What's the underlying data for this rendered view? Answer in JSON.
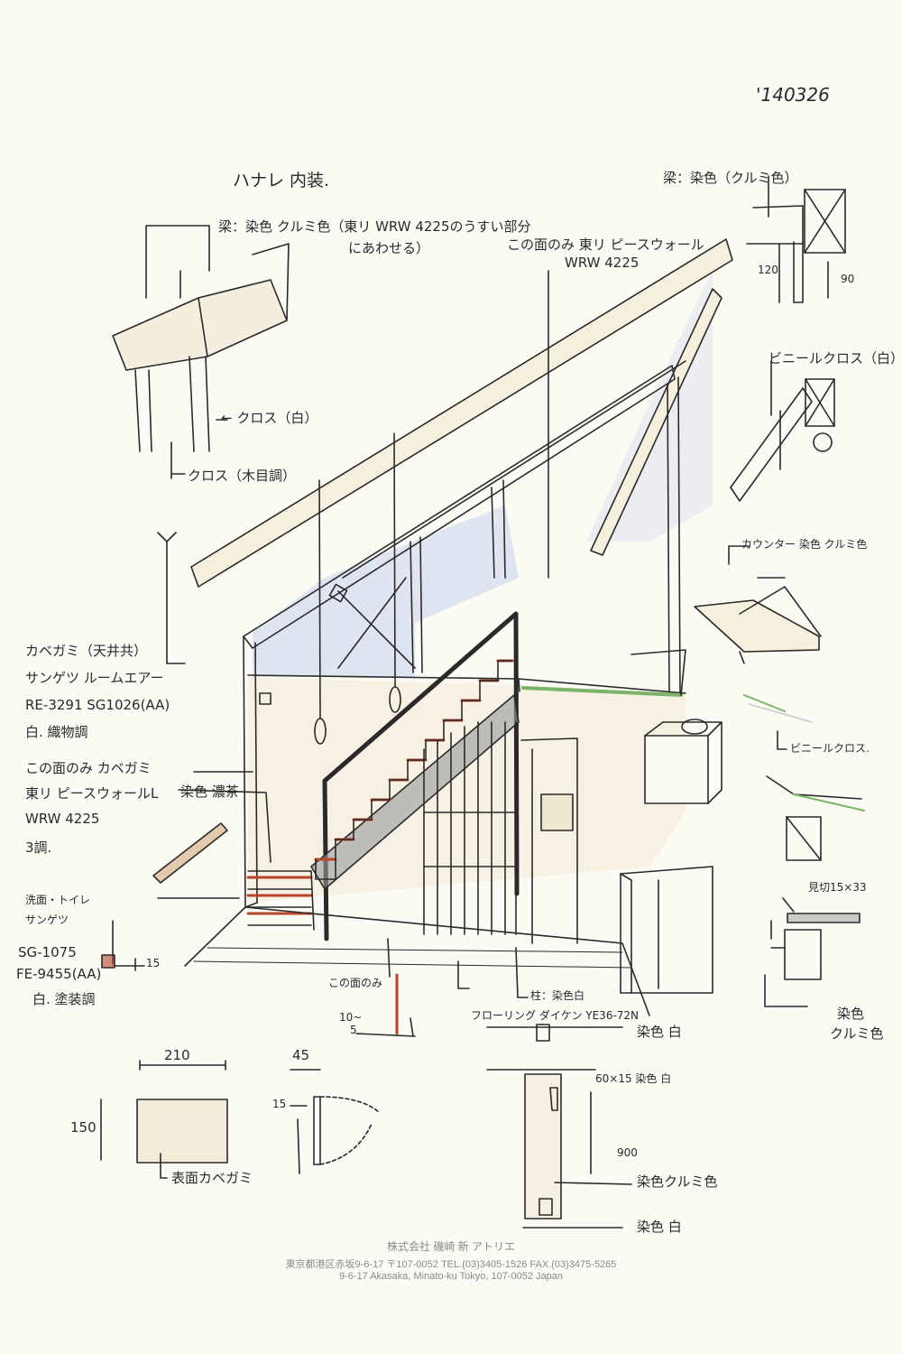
{
  "sheet": {
    "date": "'140326",
    "title": "ハナレ 内装."
  },
  "notes": {
    "beam_main_1": "梁：染色 クルミ色（東リ WRW 4225のうすい部分",
    "beam_main_2": "にあわせる）",
    "wall_only_1": "この面のみ 東リ ピースウォール",
    "wall_only_2": "WRW 4225",
    "beam_right": "梁：染色（クルミ色）",
    "dim_120": "120",
    "dim_90": "90",
    "vinyl_cross_white": "ビニールクロス（白）",
    "cross_white": "← クロス（白）",
    "cross_wood": "クロス（木目調）",
    "counter": "カウンター 染色 クルミ色",
    "vinyl_cross": "ビニールクロス.",
    "ceiling_1": "カベガミ（天井共）",
    "ceiling_2": "サンゲツ ルームエアー",
    "ceiling_3": "RE-3291 SG1026(AA)",
    "ceiling_4": "白. 織物調",
    "wall_face_1": "この面のみ カベガミ",
    "wall_face_2": "東リ ピースウォールL",
    "wall_face_3": "WRW 4225",
    "wall_face_4": "3調.",
    "stain_dark": "染色 濃茶",
    "toilet_1": "洗面・トイレ",
    "toilet_2": "サンゲツ",
    "toilet_3": "SG-1075",
    "toilet_4": "FE-9455(AA)",
    "toilet_5": "白. 塗装調",
    "dim_15_left": "15",
    "mikiri": "見切15×33",
    "stain_walnut_1": "染色",
    "stain_walnut_2": "クルミ色",
    "pillar": "柱：染色白",
    "flooring": "フローリング ダイケン YE36-72N",
    "only_face": "この面のみ",
    "dim_10_5_a": "10~",
    "dim_10_5_b": "5",
    "dim_210": "210",
    "dim_150": "150",
    "dim_45": "45",
    "dim_15_b": "15",
    "mirror_note": "表面カベガミ",
    "stain_white_1": "染色 白",
    "rail_dim": "60×15 染色 白",
    "dim_900": "900",
    "stain_walnut_3": "染色クルミ色",
    "stain_white_2": "染色 白"
  },
  "footer": {
    "company": "株式会社 磯崎 新 アトリエ",
    "address_jp": "東京都港区赤坂9-6-17 〒107-0052 TEL.(03)3405-1526 FAX.(03)3475-5265",
    "address_en": "9-6-17 Akasaka, Minato-ku Tokyo, 107-0052 Japan"
  },
  "colors": {
    "paper": "#fbfaf3",
    "ink": "#2a2a2a",
    "wood_tint": "#efe6cf",
    "sky_tint": "#c9d4ec",
    "stair_red": "#b8442b",
    "stair_gray": "#9a9a9a",
    "green_strip": "#7cb36a",
    "footer_gray": "#8a8a8a"
  }
}
